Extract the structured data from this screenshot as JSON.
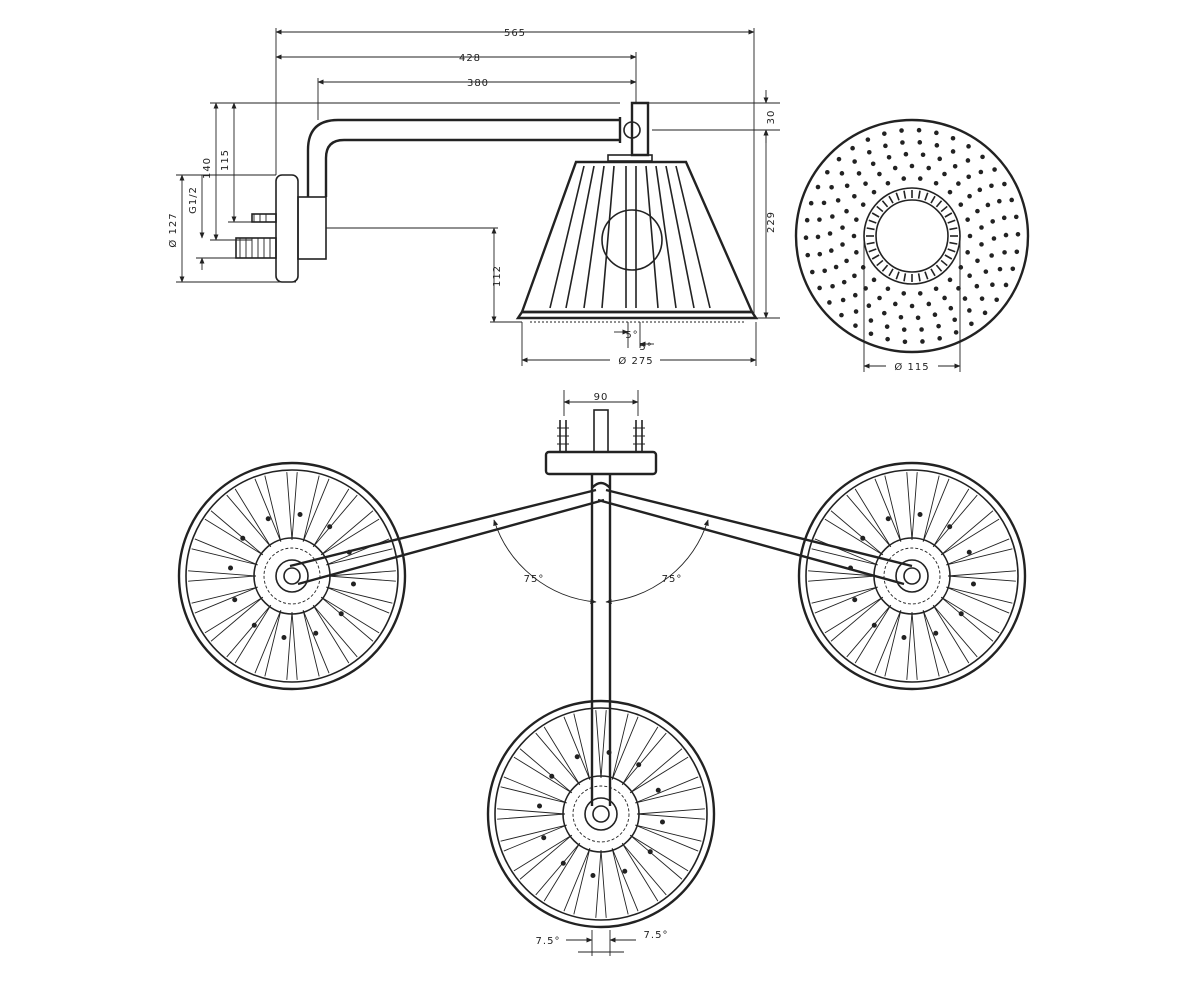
{
  "dimensions": {
    "side_view": {
      "overall_length": "565",
      "arm_length_to_axis": "428",
      "arm_straight_length": "380",
      "top_offset": "30",
      "head_height_total": "229",
      "head_to_outlet": "112",
      "wall_height_140": "140",
      "wall_height_115": "115",
      "connection": "G1/2",
      "flange_diameter": "Ø 127",
      "tilt_left": "5°",
      "tilt_right": "5°",
      "head_diameter": "Ø 275"
    },
    "bottom_view": {
      "inner_ring_diameter": "Ø 115"
    },
    "top_view": {
      "mount_spacing": "90",
      "swivel_left": "75°",
      "swivel_right": "75°",
      "tilt_left": "7.5°",
      "tilt_right": "7.5°"
    }
  },
  "colors": {
    "line": "#222222",
    "background": "#ffffff"
  }
}
